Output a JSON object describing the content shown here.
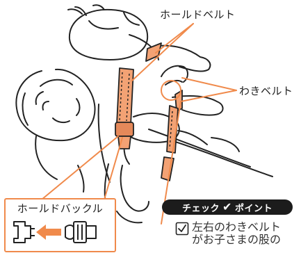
{
  "labels": {
    "hold_belt": "ホールドベルト",
    "side_belt": "わきベルト",
    "hold_buckle": "ホールドバックル"
  },
  "check_point": {
    "word1": "チェック",
    "mark": "✔",
    "word2": "ポイント"
  },
  "note": {
    "line1": "左右のわきベルト",
    "line2": "がお子さまの股の"
  },
  "colors": {
    "belt_orange": "#f3a274",
    "callout_orange": "#f08a4b",
    "line": "#222222",
    "pill": "#1c1c1c"
  },
  "icons": {
    "note_icon": "check-box-icon",
    "buckle_icon": "buckle-icon",
    "arrow_icon": "arrow-left-icon"
  }
}
